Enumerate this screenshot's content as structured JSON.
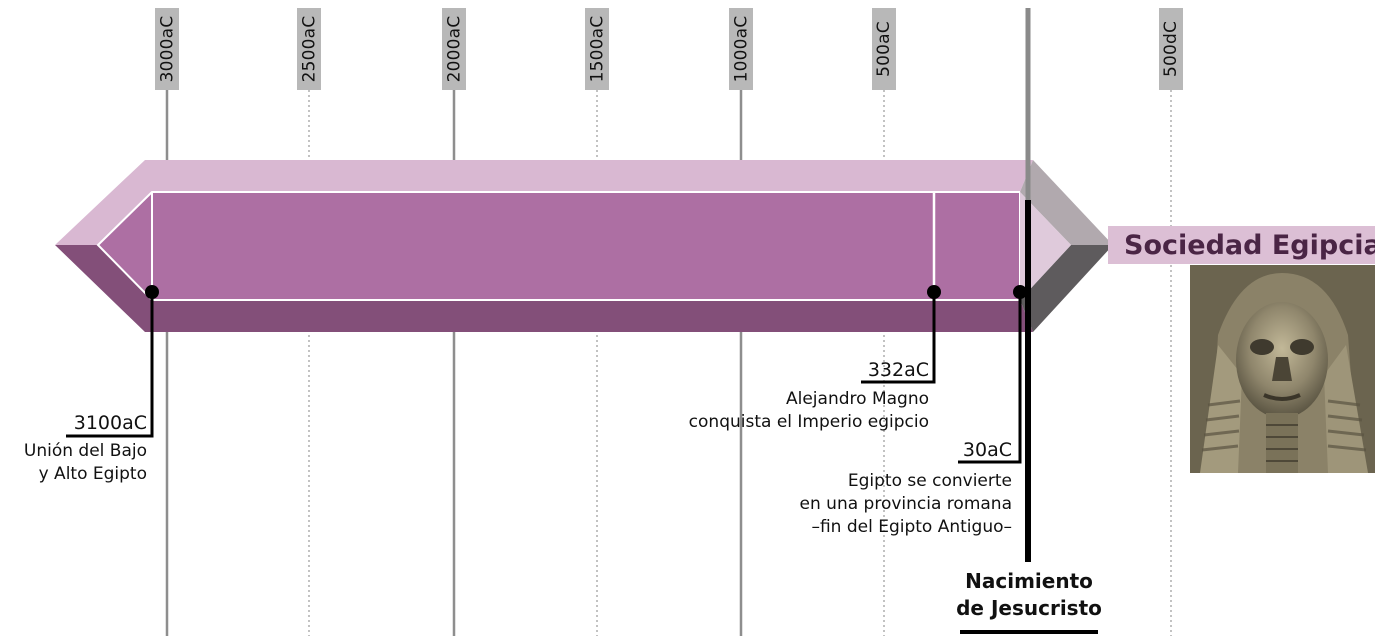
{
  "title": "Sociedad Egipcia",
  "axis_ticks": [
    {
      "label": "3000aC",
      "line": "solid"
    },
    {
      "label": "2500aC",
      "line": "dotted"
    },
    {
      "label": "2000aC",
      "line": "solid"
    },
    {
      "label": "1500aC",
      "line": "dotted"
    },
    {
      "label": "1000aC",
      "line": "solid"
    },
    {
      "label": "500aC",
      "line": "dotted"
    },
    {
      "label": "500dC",
      "line": "dotted"
    }
  ],
  "events": [
    {
      "year": "3100aC",
      "desc": [
        "Unión del Bajo",
        "y Alto Egipto"
      ]
    },
    {
      "year": "332aC",
      "desc": [
        "Alejandro Magno",
        "conquista el Imperio egipcio"
      ]
    },
    {
      "year": "30aC",
      "desc": [
        "Egipto se convierte",
        "en una provincia romana",
        "–fin del Egipto Antiguo–"
      ]
    }
  ],
  "reference": {
    "label_line1": "Nacimiento",
    "label_line2": "de Jesucristo"
  },
  "colors": {
    "band_main": "#ad6fa3",
    "band_light": "#d9b8d2",
    "band_dark": "#834f79",
    "arrow_light": "#dfcadb",
    "arrow_grey": "#b1a9ae",
    "arrow_dark": "#5e5b5d",
    "title_text": "#4a2545",
    "title_box": "#dcbfd5"
  },
  "image": {
    "subject": "egyptian-statue-photo"
  }
}
